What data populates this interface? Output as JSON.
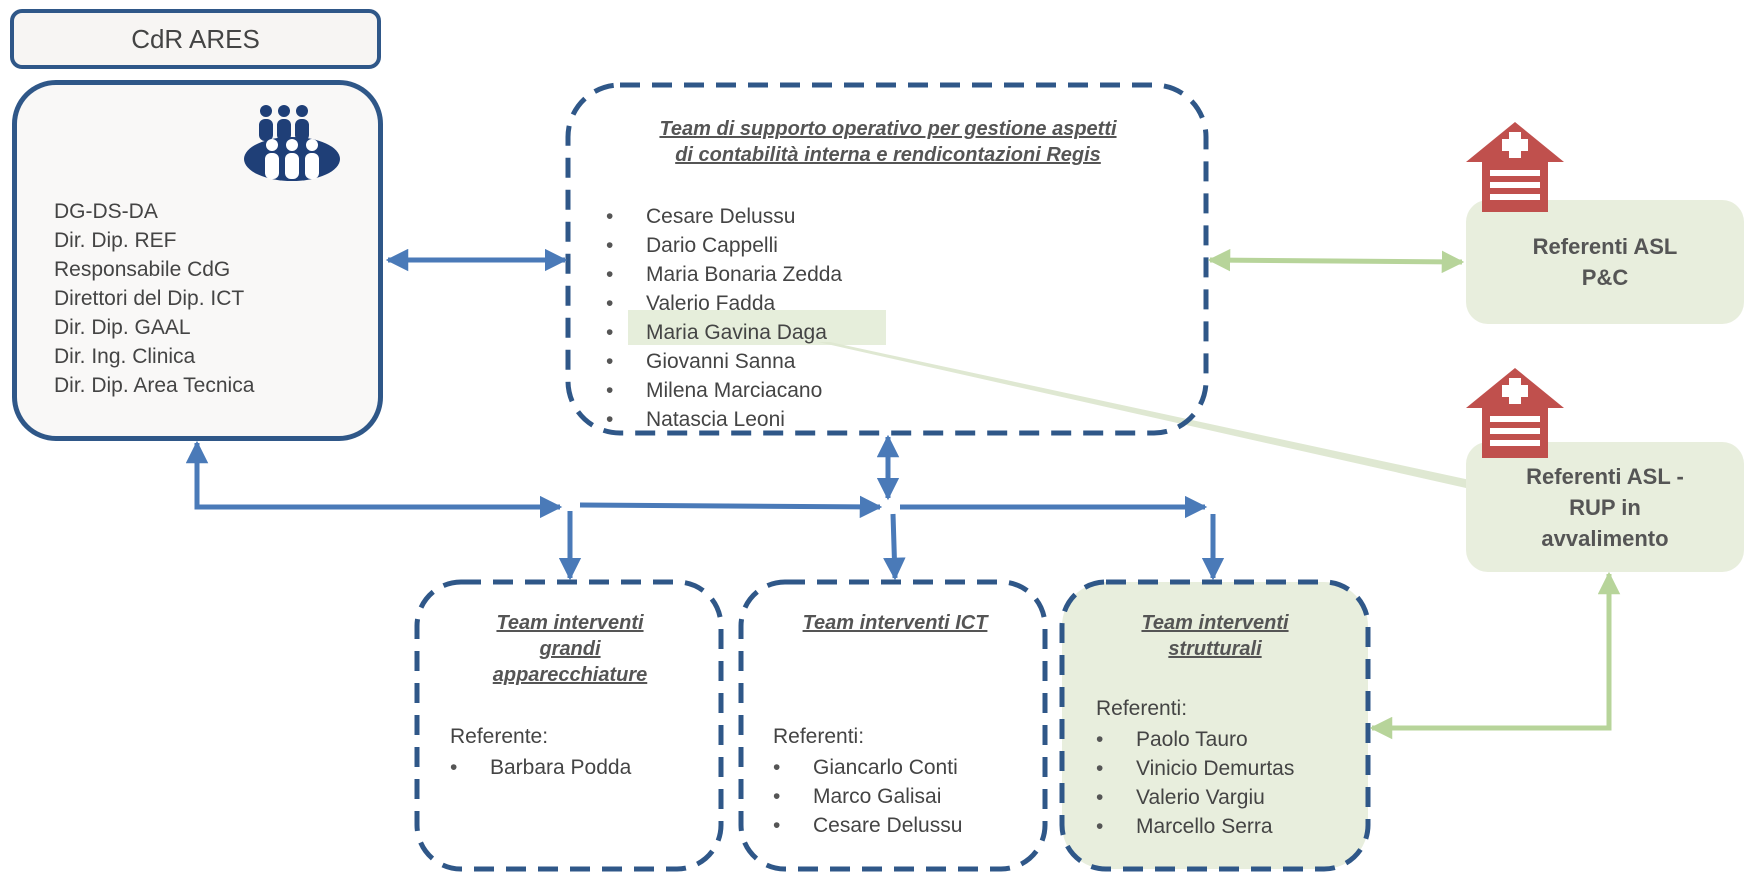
{
  "cdr_title": "CdR ARES",
  "ares_members": [
    "DG-DS-DA",
    "Dir. Dip. REF",
    "Responsabile CdG",
    "Direttori del Dip. ICT",
    "Dir. Dip. GAAL",
    "Dir. Ing. Clinica",
    "Dir. Dip. Area Tecnica"
  ],
  "support_team": {
    "title_line1": "Team di supporto operativo per gestione aspetti",
    "title_line2": "di contabilità interna e rendicontazioni Regis",
    "members": [
      "Cesare Delussu",
      "Dario Cappelli",
      "Maria Bonaria Zedda",
      "Valerio Fadda",
      "Maria Gavina Daga",
      "Giovanni Sanna",
      "Milena Marciacano",
      "Natascia Leoni"
    ]
  },
  "team_grandi": {
    "title_line1": "Team interventi",
    "title_line2": "grandi",
    "title_line3": "apparecchiature",
    "ref_label": "Referente:",
    "members": [
      "Barbara Podda"
    ]
  },
  "team_ict": {
    "title": "Team interventi ICT",
    "ref_label": "Referenti:",
    "members": [
      "Giancarlo Conti",
      "Marco Galisai",
      "Cesare Delussu"
    ]
  },
  "team_strutturali": {
    "title_line1": "Team interventi",
    "title_line2": "strutturali",
    "ref_label": "Referenti:",
    "members": [
      "Paolo Tauro",
      "Vinicio Demurtas",
      "Valerio Vargiu",
      "Marcello Serra"
    ]
  },
  "asl_pc": {
    "line1": "Referenti ASL",
    "line2": "P&C"
  },
  "asl_rup": {
    "line1": "Referenti ASL -",
    "line2": "RUP in",
    "line3": "avvalimento"
  },
  "colors": {
    "dark_blue": "#2f5788",
    "arrow_blue": "#4a7ab8",
    "arrow_green": "#b7d49a",
    "green_fill": "#e8eedd",
    "hospital_red": "#c0504d"
  },
  "icons": [
    "people-group-icon",
    "hospital-icon"
  ]
}
